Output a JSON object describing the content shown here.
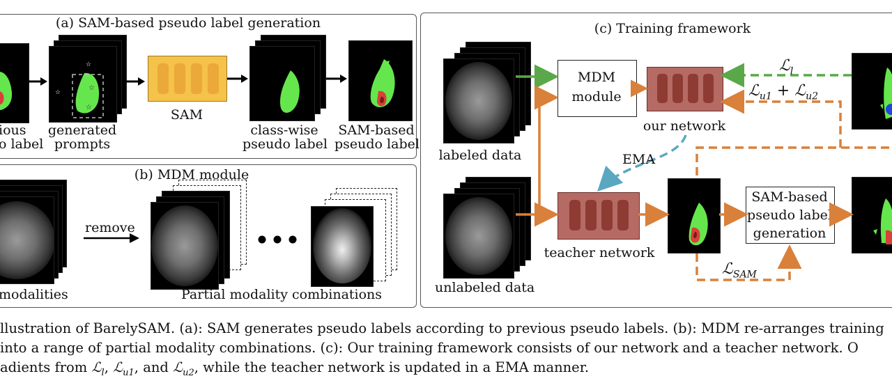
{
  "panel_a": {
    "title": "(a) SAM-based pseudo label generation",
    "labels": {
      "previous_line1": "ious",
      "previous_line2": "o label",
      "prompts_line1": "generated",
      "prompts_line2": "prompts",
      "sam": "SAM",
      "classwise_line1": "class-wise",
      "classwise_line2": "pseudo label",
      "sambased_line1": "SAM-based",
      "sambased_line2": "pseudo label"
    }
  },
  "panel_b": {
    "title": "(b) MDM module",
    "labels": {
      "remove": "remove",
      "full": "modalities",
      "partial": "Partial modality combinations"
    }
  },
  "panel_c": {
    "title": "(c) Training framework",
    "labels": {
      "mdm_line1": "MDM",
      "mdm_line2": "module",
      "our_network": "our network",
      "labeled": "labeled data",
      "unlabeled": "unlabeled data",
      "teacher": "teacher network",
      "ema": "EMA",
      "loss_l": "ℒ",
      "loss_l_sub": "l",
      "loss_u": "ℒ",
      "loss_u_sub1": "u1",
      "loss_plus": " + ℒ",
      "loss_u_sub2": "u2",
      "loss_sam": "ℒ",
      "loss_sam_sub": "SAM",
      "sambox_line1": "SAM-based",
      "sambox_line2": "pseudo label",
      "sambox_line3": "generation"
    }
  },
  "colors": {
    "green_arrow": "#5aa84a",
    "orange_arrow": "#d9803a",
    "blue_arrow": "#5aa7c2",
    "network_fill": "#b56b63",
    "network_block": "#8e3b34",
    "sam_fill": "#f5c24a",
    "sam_block": "#eba93a",
    "label_green": "#66e64d",
    "label_red": "#d9403a"
  },
  "caption": {
    "line1": "llustration of BarelySAM. (a): SAM generates pseudo labels according to previous pseudo labels. (b): MDM re-arranges training",
    "line2": " into a range of partial modality combinations. (c): Our training framework consists of our network and a teacher network. O",
    "line3_a": "adients from ",
    "line3_b": ", ",
    "line3_c": ", and ",
    "line3_d": ", while the teacher network is updated in a EMA manner."
  }
}
